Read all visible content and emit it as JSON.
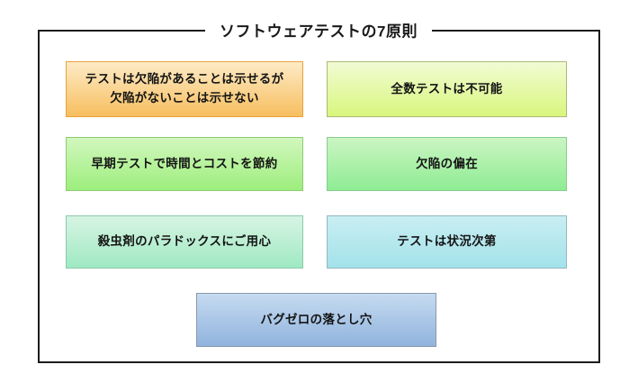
{
  "title": "ソフトウェアテストの7原則",
  "frame": {
    "border_color": "#1c1c1c"
  },
  "boxes": [
    {
      "name": "principle-defects-presence",
      "label": "テストは欠陥があることは示せるが\n欠陥がないことは示せない",
      "color_top": "#FDEBC6",
      "color_bottom": "#F7BE5F",
      "border_color": "#E8A33B"
    },
    {
      "name": "principle-exhaustive-testing-impossible",
      "label": "全数テストは不可能",
      "color_top": "#F2FBD4",
      "color_bottom": "#D8F67D",
      "border_color": "#ABB973"
    },
    {
      "name": "principle-early-testing",
      "label": "早期テストで時間とコストを節約",
      "color_top": "#D2F7BE",
      "color_bottom": "#9DEE7D",
      "border_color": "#8FCB74"
    },
    {
      "name": "principle-defect-clustering",
      "label": "欠陥の偏在",
      "color_top": "#CBF5C3",
      "color_bottom": "#8EEC93",
      "border_color": "#87CD8E"
    },
    {
      "name": "principle-pesticide-paradox",
      "label": "殺虫剤のパラドックスにご用心",
      "color_top": "#D7F4E3",
      "color_bottom": "#9FE9C3",
      "border_color": "#8CC9AB"
    },
    {
      "name": "principle-context-dependent",
      "label": "テストは状況次第",
      "color_top": "#C9EEF2",
      "color_bottom": "#A3E2EA",
      "border_color": "#93B9C0"
    },
    {
      "name": "principle-zero-bugs-fallacy",
      "label": "バグゼロの落とし穴",
      "color_top": "#C6DBF1",
      "color_bottom": "#90B3DD",
      "border_color": "#8C99AA"
    }
  ]
}
